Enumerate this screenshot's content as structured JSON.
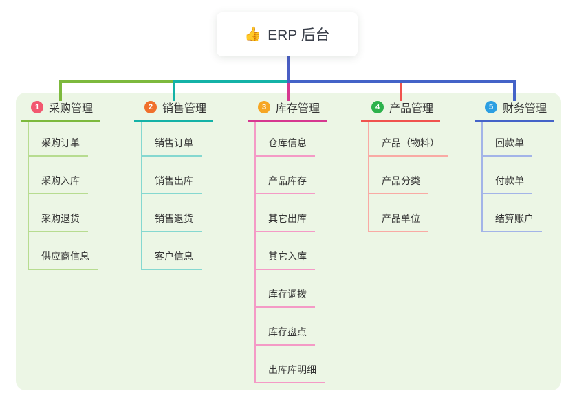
{
  "root": {
    "label": "ERP 后台",
    "emoji": "👍",
    "icon": "thumbs-up-icon"
  },
  "colors": {
    "canvas_bg": "#ecf6e5",
    "page_bg": "#ffffff",
    "root_connector": "#4a5ec4",
    "text": "#333333"
  },
  "connectors": {
    "root_vertical": "#4a5ec4",
    "h_left": "#7db93d",
    "h_mid": "#14b2a7",
    "h_right": "#4463c8",
    "drop_1": "#7db93d",
    "drop_2": "#14b2a7",
    "drop_3": "#d63890",
    "drop_4": "#f0534e",
    "drop_5": "#4463c8"
  },
  "branches": [
    {
      "index": "1",
      "label": "采购管理",
      "color": "#7db93d",
      "light": "#b7dc90",
      "badge_color": "#f25870",
      "children": [
        "采购订单",
        "采购入库",
        "采购退货",
        "供应商信息"
      ]
    },
    {
      "index": "2",
      "label": "销售管理",
      "color": "#14b2a7",
      "light": "#85d8d0",
      "badge_color": "#f0702c",
      "children": [
        "销售订单",
        "销售出库",
        "销售退货",
        "客户信息"
      ]
    },
    {
      "index": "3",
      "label": "库存管理",
      "color": "#d63890",
      "light": "#f49ac6",
      "badge_color": "#f6a623",
      "children": [
        "仓库信息",
        "产品库存",
        "其它出库",
        "其它入库",
        "库存调拨",
        "库存盘点",
        "出库库明细"
      ]
    },
    {
      "index": "4",
      "label": "产品管理",
      "color": "#f0534e",
      "light": "#f9aaa4",
      "badge_color": "#2db24c",
      "children": [
        "产品（物料）",
        "产品分类",
        "产品单位"
      ]
    },
    {
      "index": "5",
      "label": "财务管理",
      "color": "#4463c8",
      "light": "#a3b4e8",
      "badge_color": "#2c9fe2",
      "children": [
        "回款单",
        "付款单",
        "结算账户"
      ]
    }
  ]
}
